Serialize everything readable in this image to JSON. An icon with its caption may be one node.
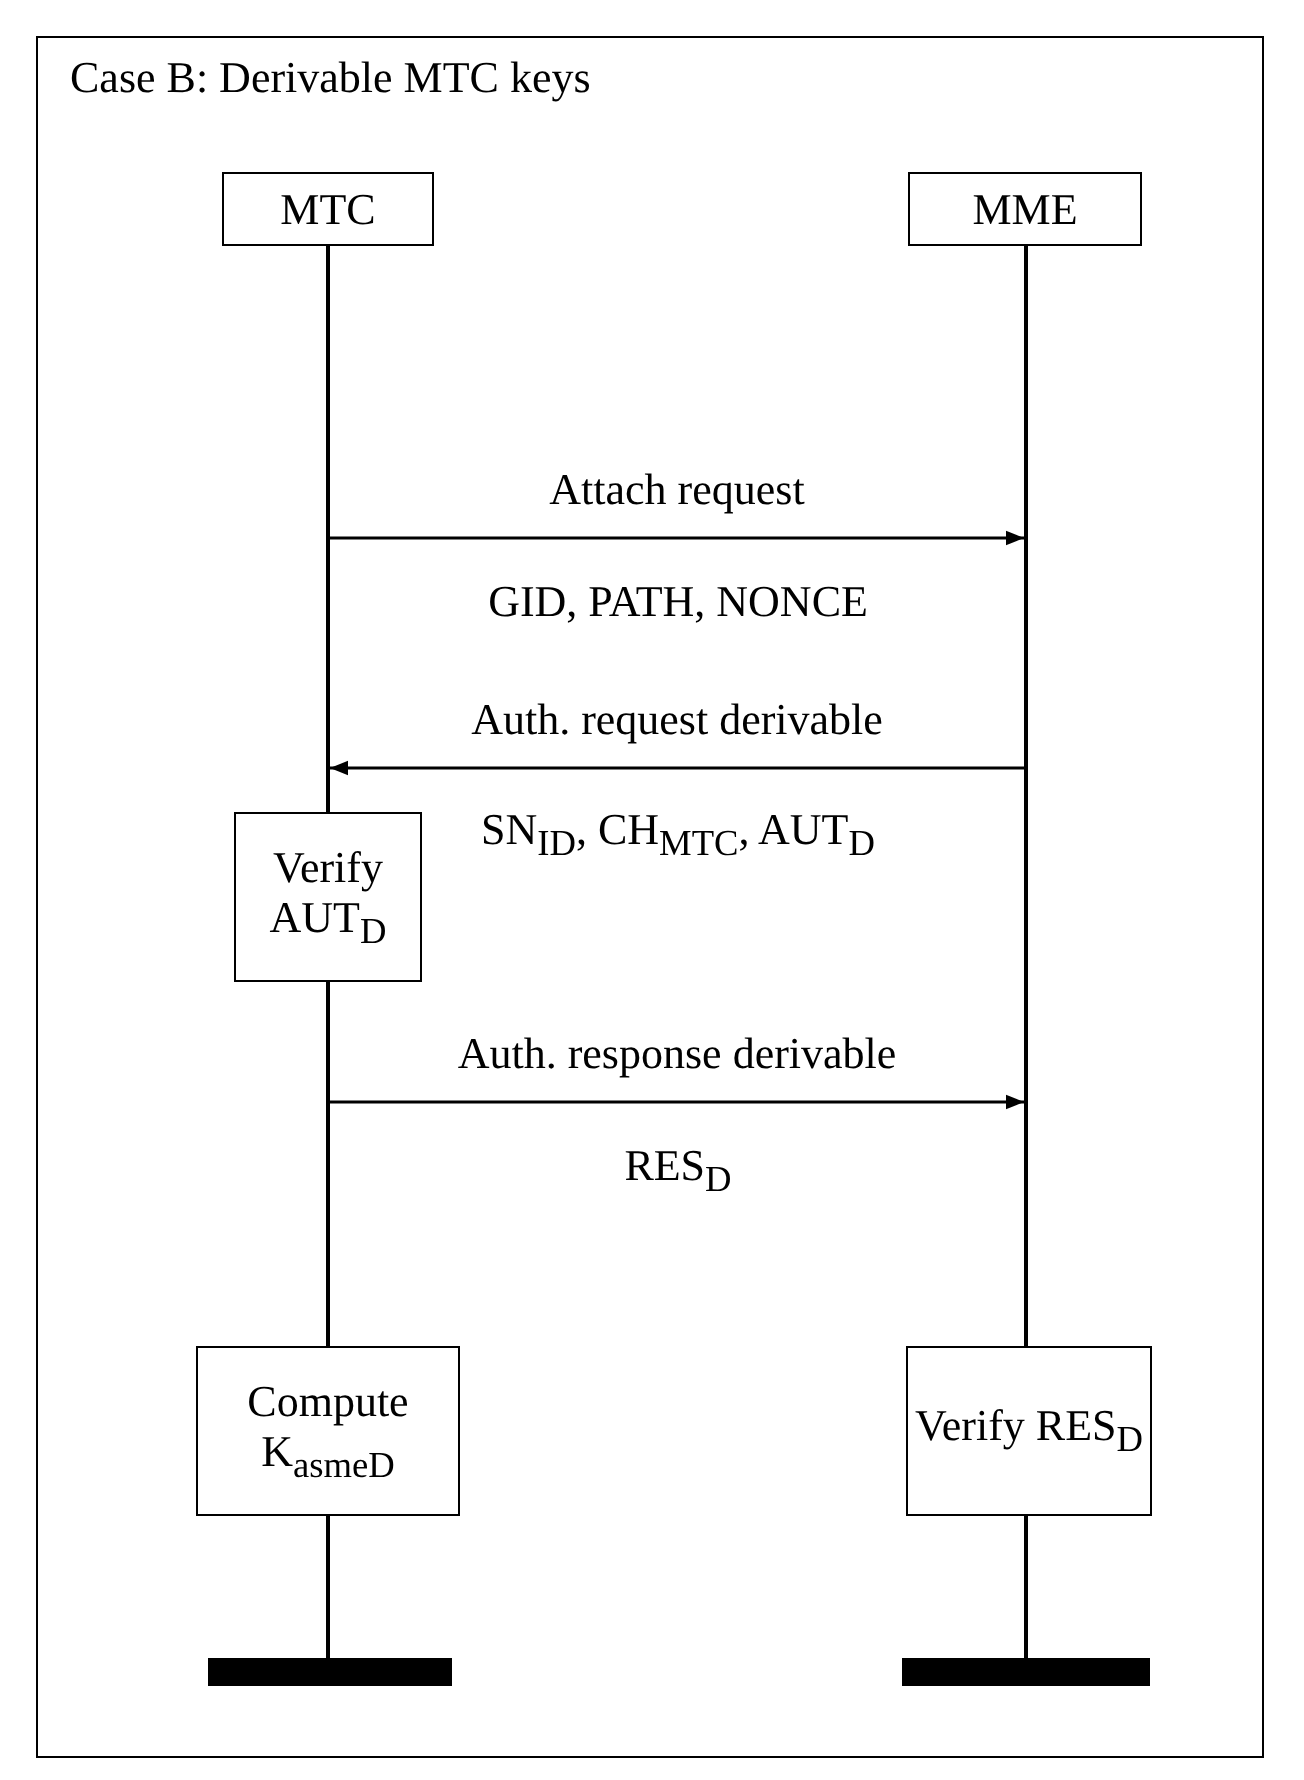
{
  "diagram": {
    "title": "Case B: Derivable MTC keys",
    "nodes": [
      {
        "text": [
          "MTC"
        ]
      },
      {
        "text": [
          "MME"
        ]
      },
      {
        "text": [
          "Verify AUT$_{D}$"
        ]
      },
      {
        "text": [
          "Compute K$_{asmeD}$"
        ]
      },
      {
        "text": [
          "Verify RES$_{D}$"
        ]
      },
      {
        "text": [],
        "shape": "bar"
      },
      {
        "text": [],
        "shape": "bar"
      },
      {
        "text": [],
        "shape": "line"
      },
      {
        "text": [],
        "shape": "line"
      },
      {
        "text": [],
        "shape": "line"
      },
      {
        "text": [],
        "shape": "line"
      },
      {
        "text": [],
        "shape": "line"
      }
    ],
    "edges": [
      {
        "from": 7,
        "to": 10,
        "arrow": "to",
        "label": "Attach request"
      },
      {
        "from": 10,
        "to": 7,
        "arrow": "to",
        "label": "Auth. request derivable"
      },
      {
        "from": 8,
        "to": 10,
        "arrow": "to",
        "label": "Auth. response derivable"
      }
    ],
    "labels": [
      "GID, PATH, NONCE",
      "SN$_{ID}$, CH$_{MTC}$, AUT$_{D}$",
      "RES$_{D}$"
    ]
  }
}
